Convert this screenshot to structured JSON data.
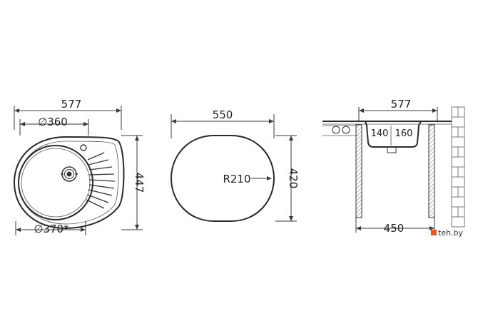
{
  "colors": {
    "line": "#3a3a3a",
    "text": "#1f1f1f",
    "accent": "#e85a1c",
    "background": "#ffffff"
  },
  "top_view": {
    "width": "577",
    "bowl_diameter": "∅360",
    "cutout_diameter": "∅370*",
    "depth": "447"
  },
  "cutout_view": {
    "width": "550",
    "height": "420",
    "radius": "R210"
  },
  "side_view": {
    "width": "577",
    "bowl_depth_left": "140",
    "bowl_depth_right": "160",
    "cabinet_width": "450"
  },
  "watermark": {
    "icon": "logo-square-icon",
    "text": "teh.by"
  }
}
